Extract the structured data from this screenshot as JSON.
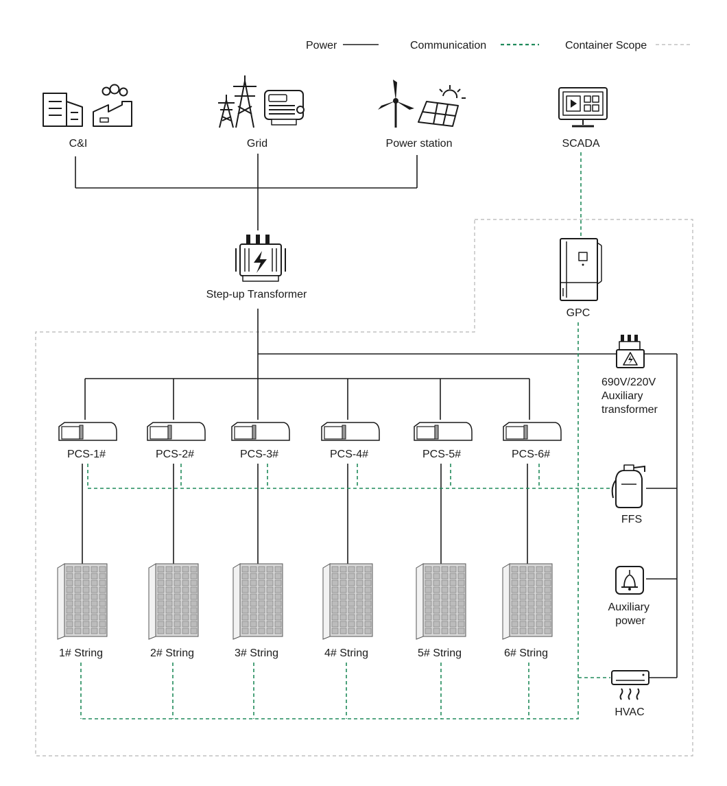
{
  "legend": {
    "power": "Power",
    "communication": "Communication",
    "container_scope": "Container Scope"
  },
  "colors": {
    "power_line": "#1a1a1a",
    "communication_line": "#1f8a5a",
    "container_scope_line": "#b5b5b5"
  },
  "sources": {
    "ci": "C&I",
    "grid": "Grid",
    "power_station": "Power station",
    "scada": "SCADA"
  },
  "transformer": "Step-up Transformer",
  "gpc": "GPC",
  "aux_transformer": [
    "690V/220V",
    "Auxiliary",
    "transformer"
  ],
  "pcs": [
    "PCS-1#",
    "PCS-2#",
    "PCS-3#",
    "PCS-4#",
    "PCS-5#",
    "PCS-6#"
  ],
  "strings": [
    "1# String",
    "2# String",
    "3# String",
    "4# String",
    "5# String",
    "6# String"
  ],
  "ffs": "FFS",
  "aux_power": [
    "Auxiliary",
    "power"
  ],
  "hvac": "HVAC",
  "icons": {
    "ci": "building-factory-icon",
    "grid": "pylon-meter-icon",
    "power_station": "wind-solar-icon",
    "scada": "monitor-icon",
    "transformer": "transformer-icon",
    "gpc": "cabinet-icon",
    "pcs": "pcs-unit-icon",
    "string": "battery-rack-icon",
    "ffs": "fire-extinguisher-icon",
    "aux_power": "bell-icon",
    "hvac": "air-conditioner-icon"
  }
}
